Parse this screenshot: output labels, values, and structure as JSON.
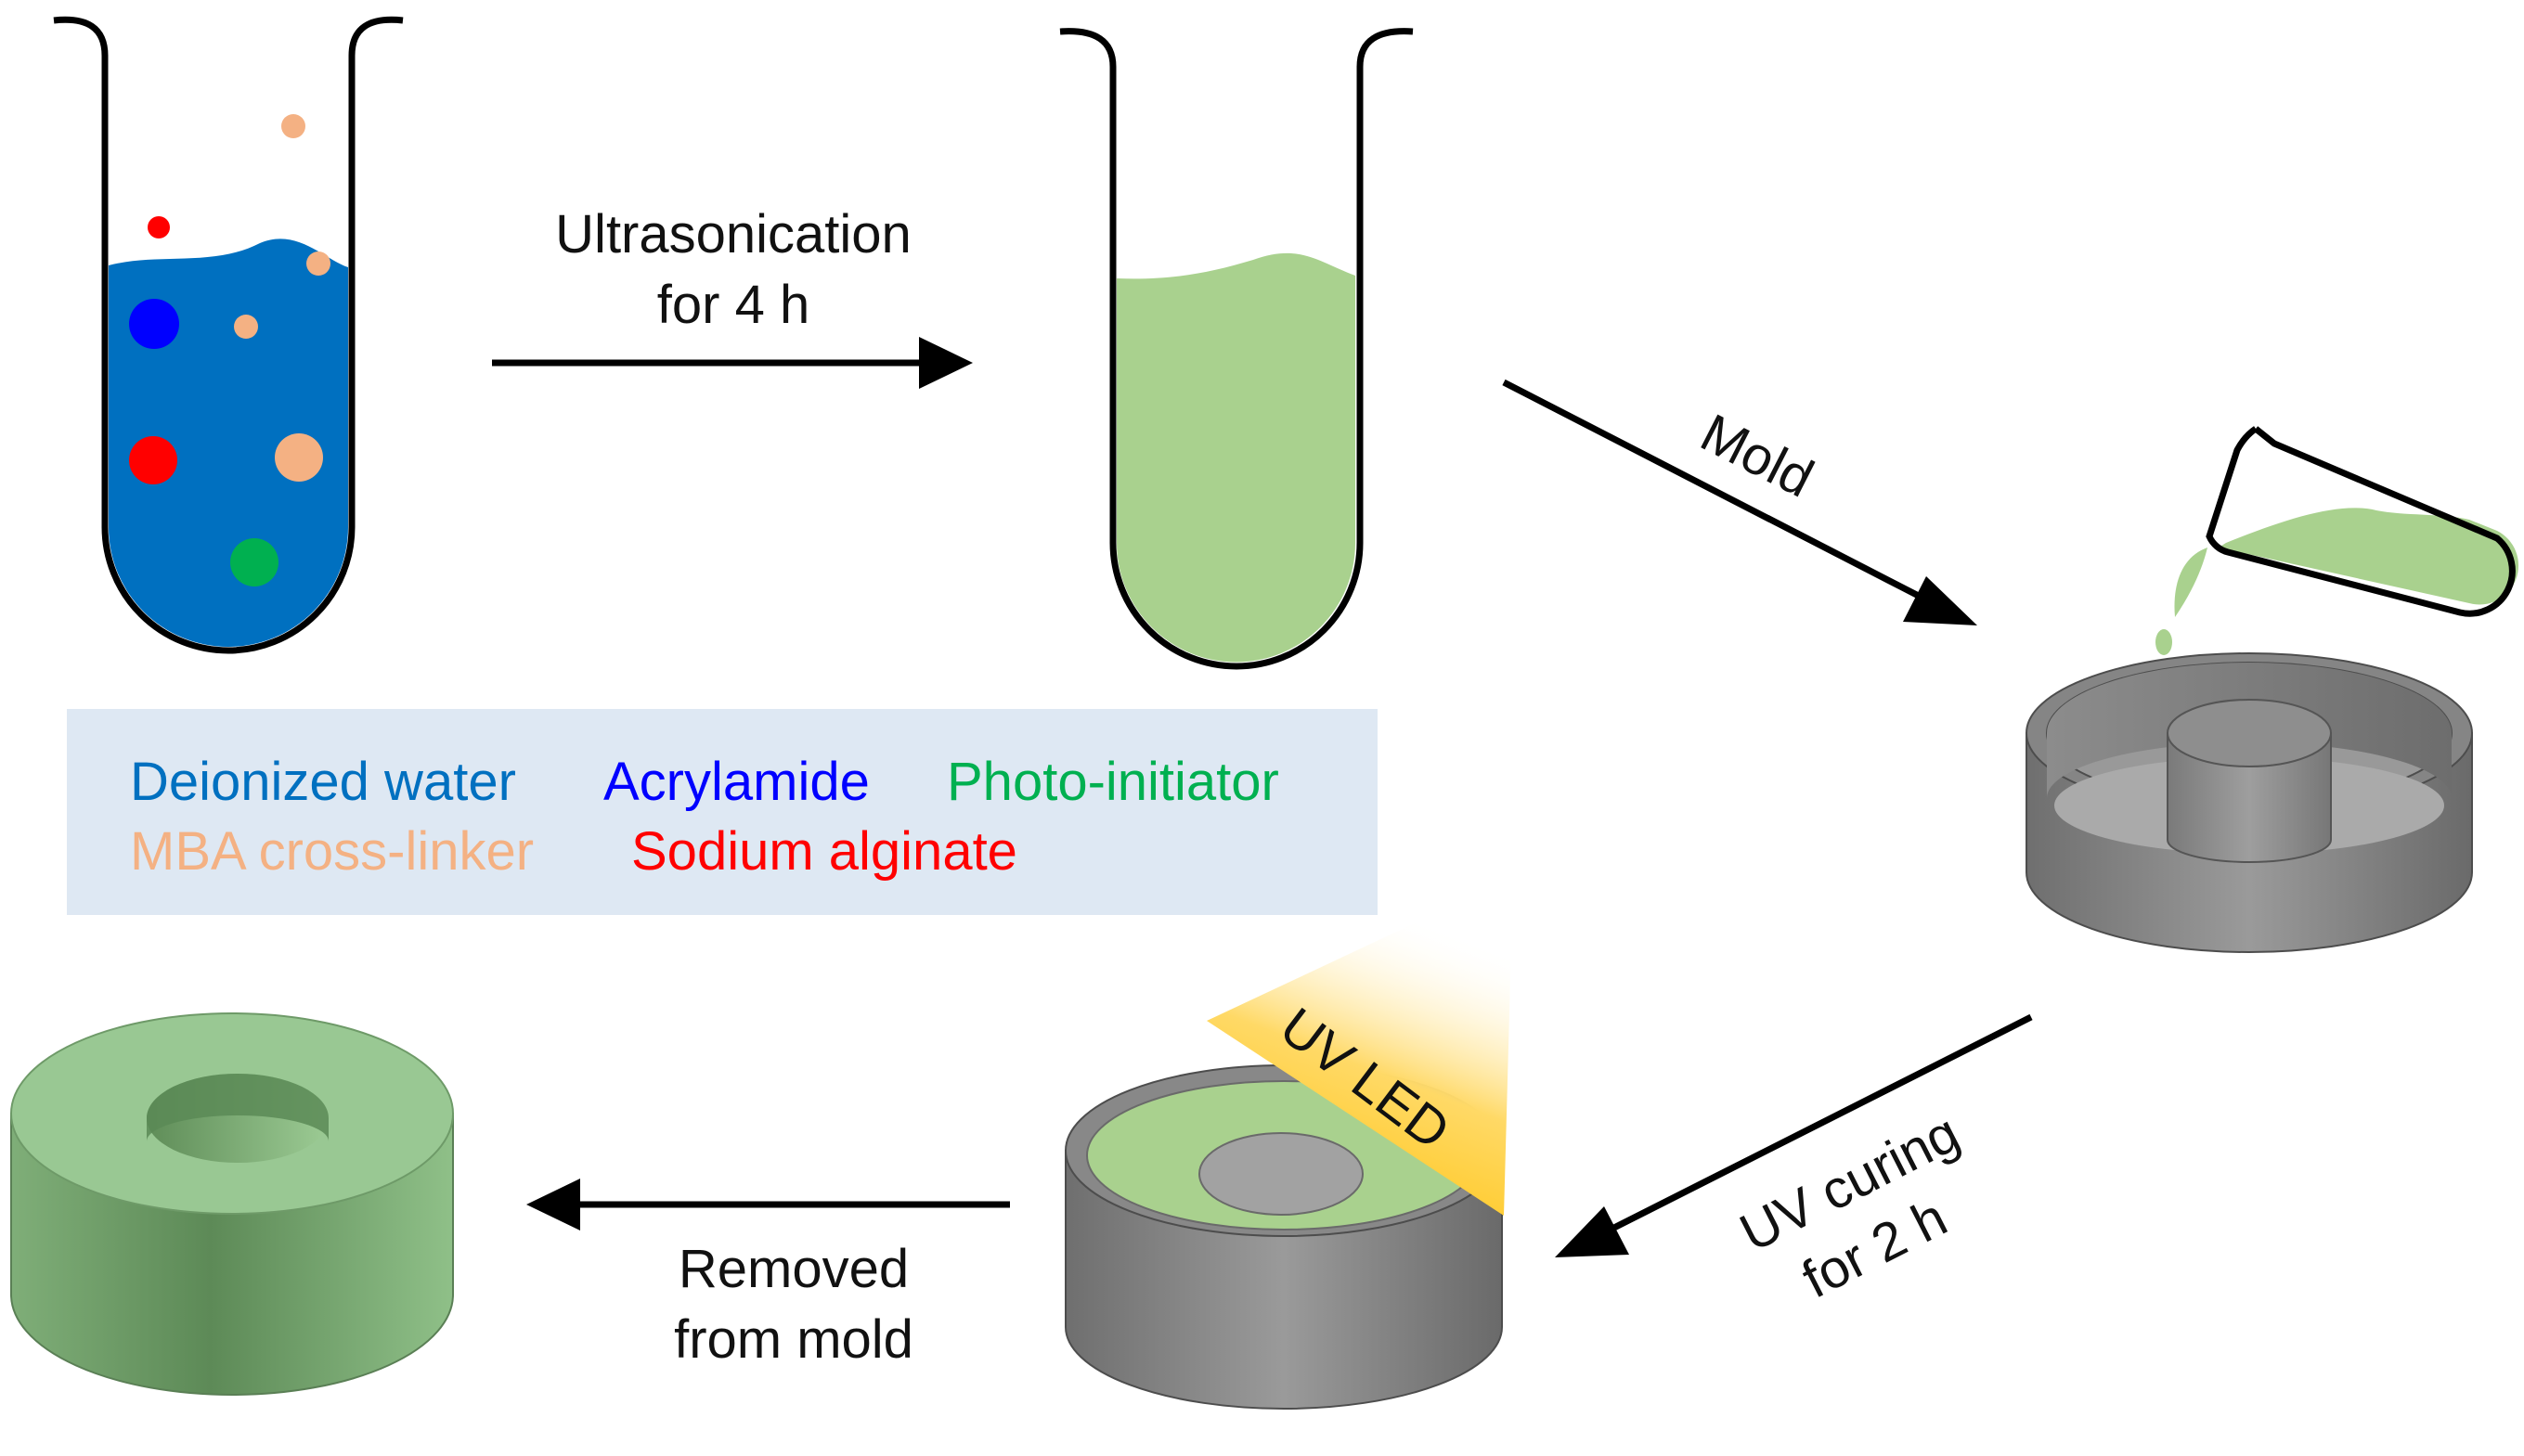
{
  "steps": {
    "ultrasonication": [
      "Ultrasonication",
      "for 4 h"
    ],
    "mold": "Mold",
    "uv_curing": [
      "UV curing",
      "for 2 h"
    ],
    "removed": [
      "Removed",
      "from mold"
    ],
    "uv_led": "UV LED"
  },
  "legend": {
    "items": [
      {
        "label": "Deionized water",
        "color": "#0070c0"
      },
      {
        "label": "Acrylamide",
        "color": "#0000ff"
      },
      {
        "label": "Photo-initiator",
        "color": "#00b050"
      },
      {
        "label": "MBA cross-linker",
        "color": "#f4b183"
      },
      {
        "label": "Sodium alginate",
        "color": "#ff0000"
      }
    ],
    "background": "#dee8f3"
  },
  "colors": {
    "water": "#0070c0",
    "hydrogel": "#a9d18e",
    "mold": "#7f7f7f",
    "ring": "#8fbf88"
  }
}
